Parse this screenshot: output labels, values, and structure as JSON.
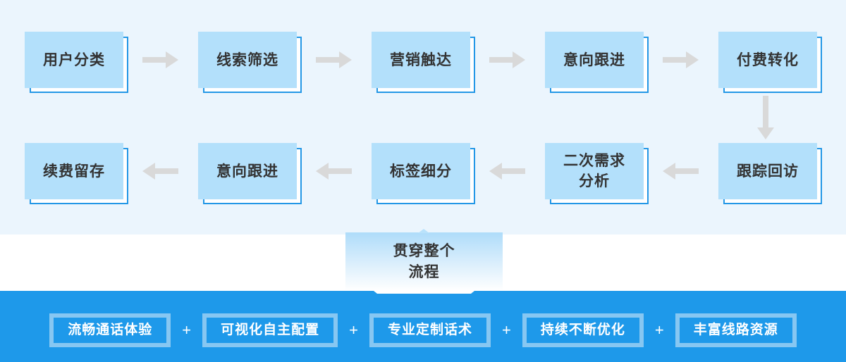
{
  "flow": {
    "row1": [
      "用户分类",
      "线索筛选",
      "营销触达",
      "意向跟进",
      "付费转化"
    ],
    "row2": [
      "续费留存",
      "意向跟进",
      "标签细分",
      "二次需求\n分析",
      "跟踪回访"
    ],
    "center_label": "贯穿整个\n流程"
  },
  "bottom_bar": {
    "separator": "+",
    "items": [
      "流畅通话体验",
      "可视化自主配置",
      "专业定制话术",
      "持续不断优化",
      "丰富线路资源"
    ]
  },
  "colors": {
    "section_bg": "#ebf5fd",
    "box_fill": "#b3e0fb",
    "box_outline": "#2397e6",
    "arrow": "#d9d9d9",
    "text_dark": "#333333",
    "bar_bg": "#1e99ea",
    "bar_item_border": "#87c7f2",
    "bar_text": "#ffffff"
  }
}
